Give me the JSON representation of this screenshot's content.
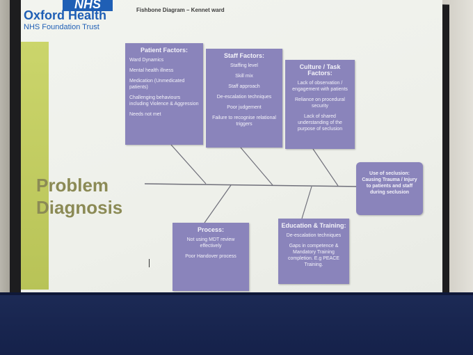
{
  "slide": {
    "nhs_logo": "NHS",
    "org_name": "Oxford Health",
    "org_sub": "NHS Foundation Trust",
    "title": "Fishbone Diagram – Kennet ward",
    "problem_line1": "Problem",
    "problem_line2": "Diagnosis",
    "effect": "Use of seclusion: Causing Trauma / Injury to patients and staff during seclusion",
    "patient": {
      "heading": "Patient Factors:",
      "items": [
        "Ward Dynamics",
        "Mental health illness",
        "Medication (Unmedicated patients)",
        "Challenging behaviours including Violence & Aggression",
        "Needs not met"
      ]
    },
    "staff": {
      "heading": "Staff Factors:",
      "items": [
        "Staffing level",
        "Skill mix",
        "Staff approach",
        "De-escalation techniques",
        "Poor judgement",
        "Failure to recognise relational triggers"
      ]
    },
    "culture": {
      "heading": "Culture / Task Factors:",
      "items": [
        "Lack of observation / engagement with patients",
        "Reliance on procedural security",
        "Lack of shared understanding of the purpose of seclusion"
      ]
    },
    "process": {
      "heading": "Process:",
      "items": [
        "Not using MDT review effectively",
        "Poor Handover process"
      ]
    },
    "education": {
      "heading": "Education & Training:",
      "items": [
        "De-escalation techniques",
        "Gaps in competence & Mandatory Training completion. E.g PEACE Training."
      ]
    }
  },
  "colors": {
    "box_fill": "#8a84bb",
    "green_band": "#c2cc60",
    "nhs_blue": "#1f5fb5",
    "problem_text": "#8b8a55"
  }
}
